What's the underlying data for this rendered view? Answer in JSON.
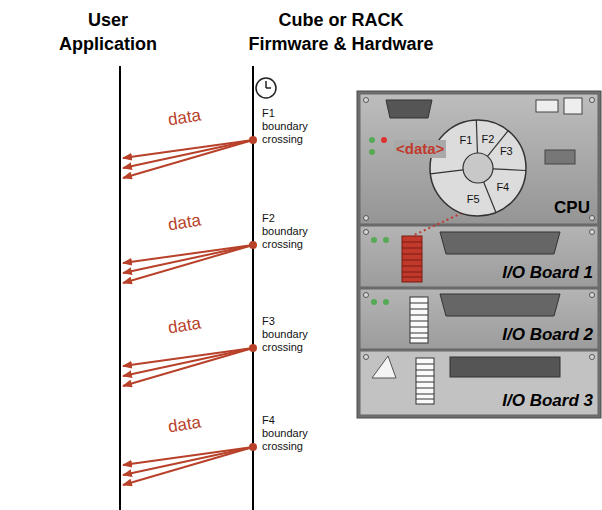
{
  "diagram": {
    "nodes": [
      {
        "text": [
          "CPU"
        ]
      },
      {
        "text": [
          "<data>",
          "F1",
          "F2",
          "F3",
          "F4",
          "F5"
        ],
        "in": 0
      },
      {
        "text": [
          "I/O Board 1"
        ]
      },
      {
        "text": [
          "I/O Board 2"
        ]
      },
      {
        "text": [
          "I/O Board 3"
        ]
      }
    ],
    "labels": [
      "User Application",
      "Cube or RACK Firmware & Hardware",
      "data",
      "F1 boundary crossing",
      "data",
      "F2 boundary crossing",
      "data",
      "F3 boundary crossing",
      "data",
      "F4 boundary crossing"
    ]
  }
}
